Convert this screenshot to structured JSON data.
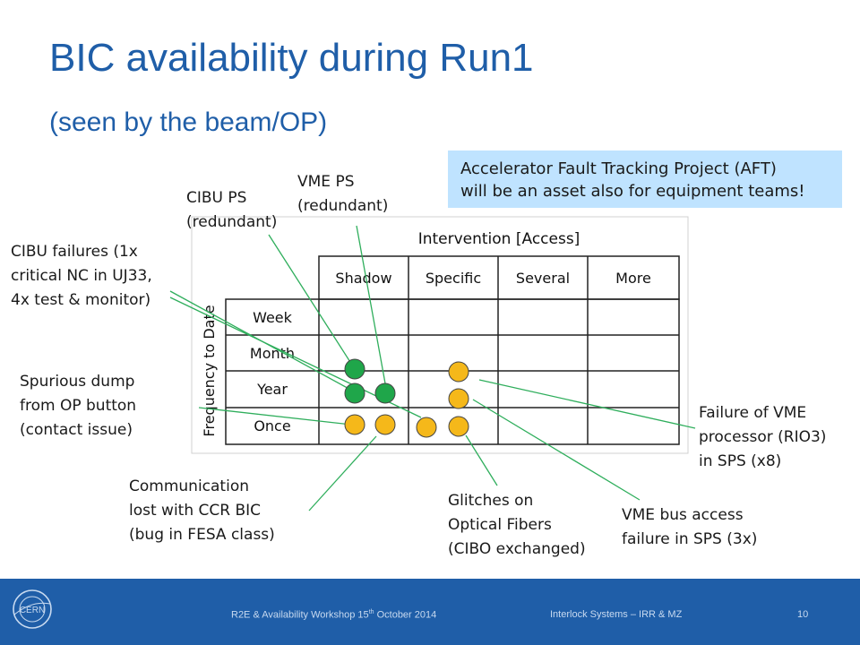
{
  "slide": {
    "title": "BIC availability during Run1",
    "subtitle": "(seen by the beam/OP)"
  },
  "aft_note": {
    "line1": "Accelerator Fault Tracking Project (AFT)",
    "line2": "will be an asset also for equipment teams!"
  },
  "table": {
    "header": "Intervention [Access]",
    "columns": [
      "Shadow",
      "Specific",
      "Several",
      "More"
    ],
    "row_axis_label": "Frequency to Date",
    "rows": [
      "Week",
      "Month",
      "Year",
      "Once"
    ]
  },
  "annotations": {
    "cibu_ps": [
      "CIBU PS",
      "(redundant)"
    ],
    "vme_ps": [
      "VME PS",
      "(redundant)"
    ],
    "cibu_failures": [
      "CIBU failures (1x",
      "critical NC in UJ33,",
      "4x test & monitor)"
    ],
    "spurious_dump": [
      "Spurious dump",
      "from OP button",
      "(contact issue)"
    ],
    "communication_lost": [
      "Communication",
      "lost with CCR BIC",
      "(bug in FESA class)"
    ],
    "glitches": [
      "Glitches on",
      "Optical Fibers",
      "(CIBO exchanged)"
    ],
    "vme_bus": [
      "VME bus access",
      "failure in SPS (3x)"
    ],
    "vme_processor": [
      "Failure of VME",
      "processor (RIO3)",
      "in SPS (x8)"
    ]
  },
  "colors": {
    "accent_blue": "#1f5ea8",
    "green_dot": "#1fa64a",
    "yellow_dot": "#f5b81a",
    "leader_line": "#2fae5c",
    "note_bg": "#bfe3ff"
  },
  "footer": {
    "logo_text": "CERN",
    "left_main": "R2E & Availability Workshop 15",
    "left_sup": "th",
    "left_tail": " October 2014",
    "center": "Interlock Systems – IRR & MZ",
    "page": "10"
  }
}
